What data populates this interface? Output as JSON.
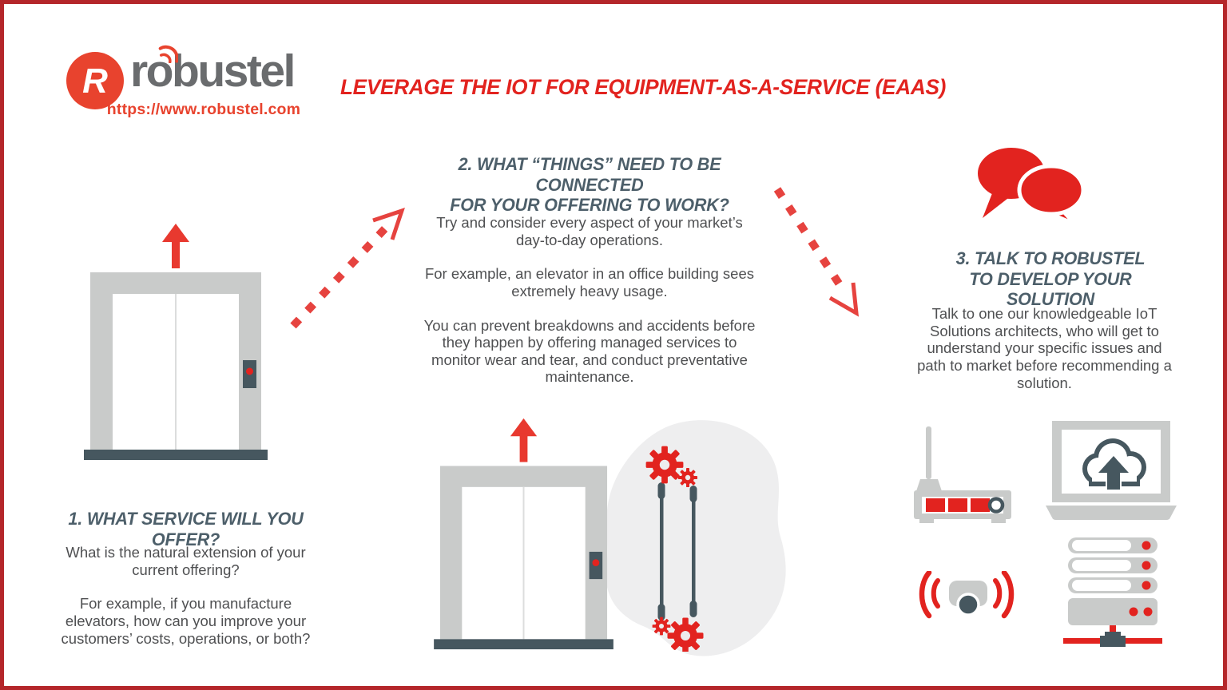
{
  "header": {
    "logo_text": "robustel",
    "logo_url": "https://www.robustel.com",
    "title": "LEVERAGE THE IOT FOR EQUIPMENT-AS-A-SERVICE (EAAS)"
  },
  "steps": {
    "step1": {
      "heading": "1. WHAT SERVICE WILL YOU OFFER?",
      "paragraphs": [
        "What is the natural extension of your current offering?",
        "For example, if you manufacture elevators, how can you improve your customers’ costs, operations, or both?"
      ]
    },
    "step2": {
      "heading_line1": "2. WHAT “THINGS” NEED TO BE CONNECTED",
      "heading_line2": "FOR YOUR OFFERING TO WORK?",
      "paragraphs": [
        "Try and consider every aspect of your market’s day-to-day operations.",
        "For example, an elevator in an office building sees extremely heavy usage.",
        "You can prevent breakdowns and accidents before they happen by offering managed services to monitor wear and tear, and conduct preventative maintenance."
      ]
    },
    "step3": {
      "heading_line1": "3. TALK TO ROBUSTEL",
      "heading_line2": "TO DEVELOP YOUR SOLUTION",
      "paragraphs": [
        "Talk to one our knowledgeable IoT Solutions architects, who will get to understand your specific issues and path to market before recommending a solution."
      ]
    }
  },
  "icons": {
    "robustel-logo-icon": "red disc with white R monogram",
    "signal-arc-icon": "red radio arcs over wordmark o",
    "elevator-up-arrow-icon": "red up arrow",
    "dashed-arrow-up-right-icon": "red dashed arrow pointing up-right",
    "dashed-arrow-down-right-icon": "red dashed arrow pointing down-right",
    "speech-bubbles-icon": "two red chat bubbles",
    "elevator-icon": "elevator doors with call button",
    "gears-cables-icon": "red gears with hoist cables",
    "router-icon": "industrial router with antenna",
    "laptop-cloud-upload-icon": "laptop with cloud upload screen",
    "wireless-sensor-icon": "sensor emitting radio waves",
    "server-rack-icon": "server stack with network cable"
  },
  "colors": {
    "border": "#b4262a",
    "brand_red": "#e2231f",
    "logo_red": "#e8432e",
    "heading_slate": "#4d5f6a",
    "body_gray": "#4f5052",
    "wordmark_gray": "#6a6c6e",
    "light_gray": "#c9cbca",
    "blob_gray": "#ededee",
    "dark_slate": "#46575f"
  }
}
